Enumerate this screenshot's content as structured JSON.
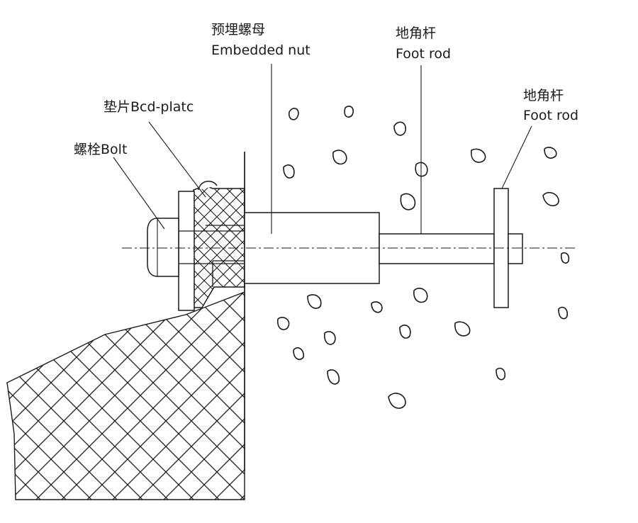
{
  "labels": {
    "embedded_nut": {
      "zh": "预埋螺母",
      "en": "Embedded nut"
    },
    "foot_rod_a": {
      "zh": "地角杆",
      "en": "Foot rod"
    },
    "foot_rod_b": {
      "zh": "地角杆",
      "en": "Foot rod"
    },
    "washer": {
      "text": "垫片Bcd-platc"
    },
    "bolt": {
      "text": "螺栓Bolt"
    }
  },
  "colors": {
    "line": "#1a1a1a",
    "background": "#ffffff"
  }
}
